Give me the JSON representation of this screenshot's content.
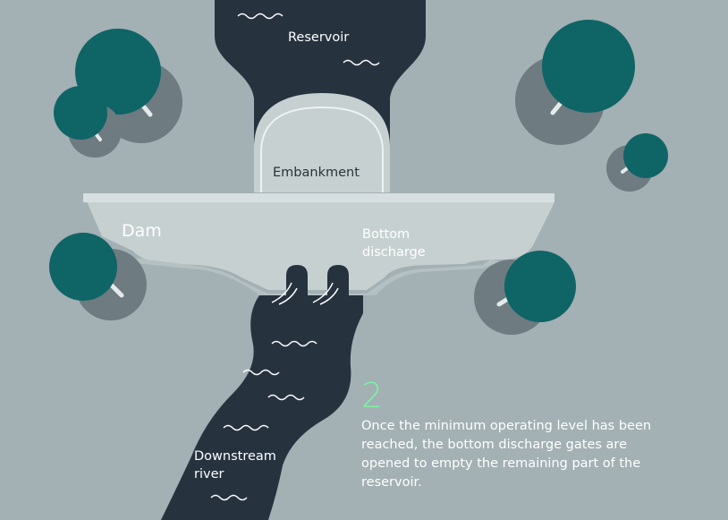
{
  "labels": {
    "reservoir": "Reservoir",
    "embankment": "Embankment",
    "dam": "Dam",
    "bottom_discharge_line1": "Bottom",
    "bottom_discharge_line2": "discharge",
    "downstream_line1": "Downstream",
    "downstream_line2": "river"
  },
  "step": {
    "number": "2",
    "text": "Once the minimum operating level has been reached, the bottom discharge gates are opened to empty the remaining part of the reservoir."
  },
  "colors": {
    "background": "#a3b0b4",
    "water": "#27323f",
    "dam": "#c7d0d1",
    "tree": "#0f6466",
    "tree_shadow": "#6e7b80",
    "step_accent": "#7ff0a3"
  }
}
